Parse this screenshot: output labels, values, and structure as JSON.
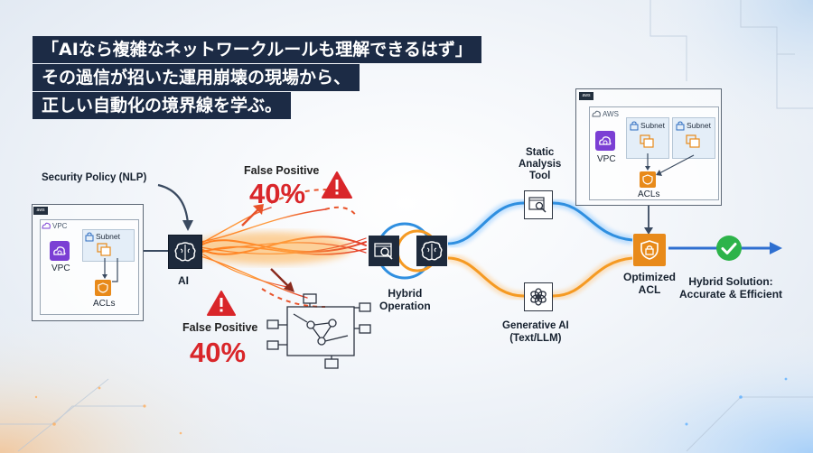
{
  "title": {
    "line1": "「AIなら複雑なネットワークルールも理解できるはず」",
    "line2": "その過信が招いた運用崩壊の現場から、",
    "line3": "正しい自動化の境界線を学ぶ。"
  },
  "left_panel": {
    "input_label": "Security Policy (NLP)",
    "aws": "aws",
    "vpc_small": "VPC",
    "subnet": "Subnet",
    "vpc": "VPC",
    "acls": "ACLs"
  },
  "ai_label": "AI",
  "false_positive_top": {
    "label": "False Positive",
    "value": "40%"
  },
  "false_positive_bottom": {
    "label": "False Positive",
    "value": "40%"
  },
  "hybrid_label": "Hybrid\nOperation",
  "static_label": "Static\nAnalysis\nTool",
  "generative_label": "Generative AI\n(Text/LLM)",
  "right_panel": {
    "aws": "aws",
    "aws_label": "AWS",
    "subnet1": "Subnet",
    "subnet2": "Subnet",
    "vpc": "VPC",
    "acls": "ACLs"
  },
  "optimized_label": "Optimized\nACL",
  "result_label": "Hybrid Solution:\nAccurate & Efficient",
  "colors": {
    "navy": "#1c2b45",
    "red": "#d9262a",
    "blue": "#2f8fe0",
    "orange": "#f59a23",
    "green": "#2db34a",
    "aws_orange": "#e88a1a",
    "purple": "#7b3fd4"
  }
}
